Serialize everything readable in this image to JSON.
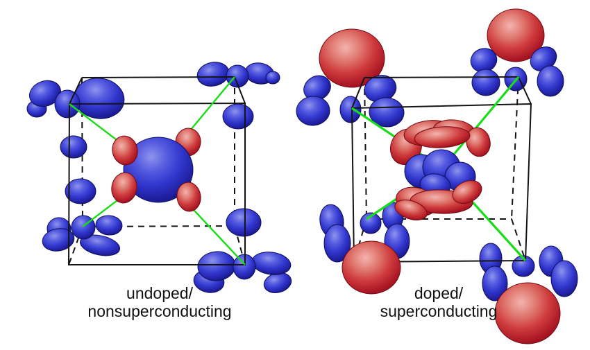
{
  "figure": {
    "type": "crystal-structure-isosurface-comparison",
    "background": "#ffffff",
    "panels": [
      {
        "id": "undoped",
        "caption_line1": "undoped/",
        "caption_line2": "nonsuperconducting"
      },
      {
        "id": "doped",
        "caption_line1": "doped/",
        "caption_line2": "superconducting"
      }
    ],
    "colors": {
      "background": "#ffffff",
      "caption": "#111111",
      "cell_edge": "#141414",
      "diagonal_green": "#17dd17",
      "blue_gradient": [
        "#8f94ec",
        "#565ce0",
        "#3136cd",
        "#1e1e9c",
        "#141478"
      ],
      "blue_outline": "#0f0f58",
      "red_gradient": [
        "#f3b4ae",
        "#e07a72",
        "#ce3a3c",
        "#a81523",
        "#8a0d18"
      ],
      "red_outline": "#6f0a12"
    }
  }
}
